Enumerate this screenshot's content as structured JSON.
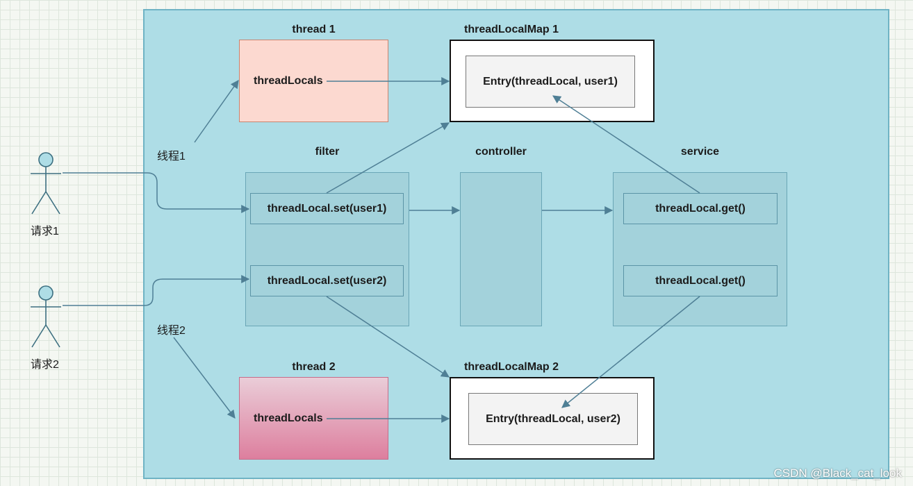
{
  "diagram": {
    "thread1": {
      "title": "thread 1",
      "field": "threadLocals"
    },
    "thread2": {
      "title": "thread 2",
      "field": "threadLocals"
    },
    "map1": {
      "title": "threadLocalMap 1",
      "entry": "Entry(threadLocal, user1)"
    },
    "map2": {
      "title": "threadLocalMap 2",
      "entry": "Entry(threadLocal, user2)"
    },
    "filter": {
      "title": "filter",
      "calls": [
        "threadLocal.set(user1)",
        "threadLocal.set(user2)"
      ]
    },
    "controller": {
      "title": "controller"
    },
    "service": {
      "title": "service",
      "calls": [
        "threadLocal.get()",
        "threadLocal.get()"
      ]
    },
    "thread_labels": [
      "线程1",
      "线程2"
    ],
    "actors": [
      "请求1",
      "请求2"
    ]
  },
  "watermark": "CSDN @Black_cat_look",
  "colors": {
    "panel": "#aedde6",
    "thread1_fill": "#fcd9d0",
    "thread2_fill": "#dd7f9e",
    "arrow": "#4f7f95",
    "layer_fill": "#a3d2db"
  }
}
